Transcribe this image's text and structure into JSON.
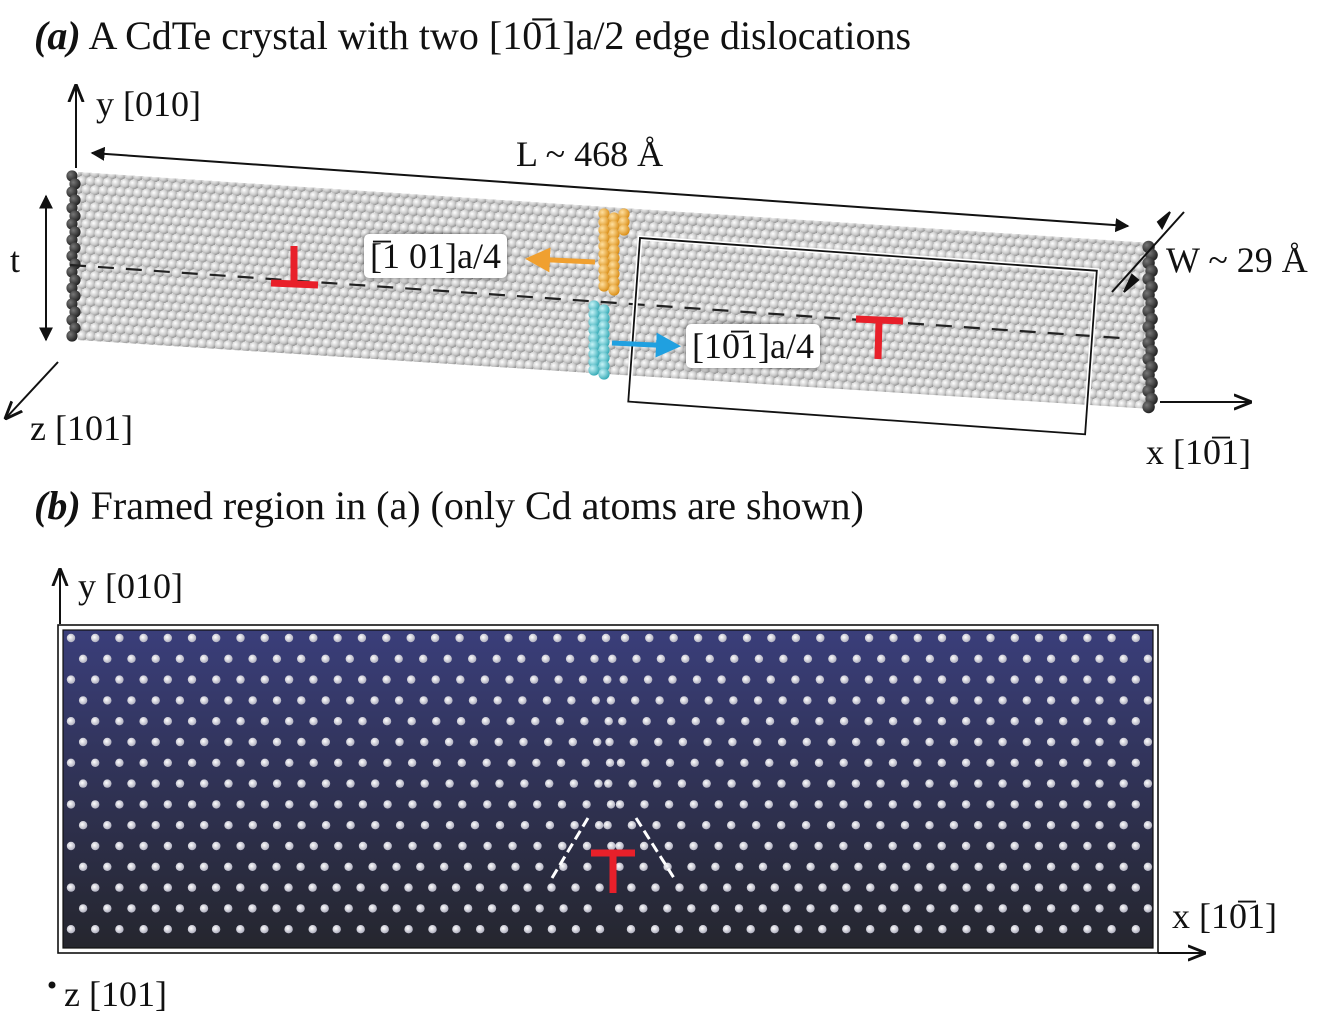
{
  "panel_a": {
    "letter": "(a)",
    "title": "A CdTe crystal with two [10̅1]a/2 edge dislocations",
    "axis_y": "y [010]",
    "axis_z": "z [101]",
    "axis_x": "x [10̅1]",
    "length_label": "L ~ 468 Å",
    "width_label": "W ~ 29 Å",
    "thickness_label": "t",
    "burgers_left": "[̅1 01]a/4",
    "burgers_right": "[10̅1]a/4"
  },
  "panel_b": {
    "letter": "(b)",
    "title": "Framed region in (a) (only Cd atoms are shown)",
    "axis_y": "y [010]",
    "axis_z": "z [101]",
    "axis_x": "x [10̅1]"
  },
  "colors": {
    "atom_gray": "#c8c8c8",
    "edge_atoms": "#3a3a3a",
    "orange_column": "#f0a030",
    "cyan_column": "#50c8d0",
    "dislocation_symbol": "#e8202a",
    "arrow_orange": "#f0a030",
    "arrow_blue": "#20a0e0",
    "panel_b_bg_top": "#3a3e7a",
    "panel_b_bg_bottom": "#262630"
  }
}
